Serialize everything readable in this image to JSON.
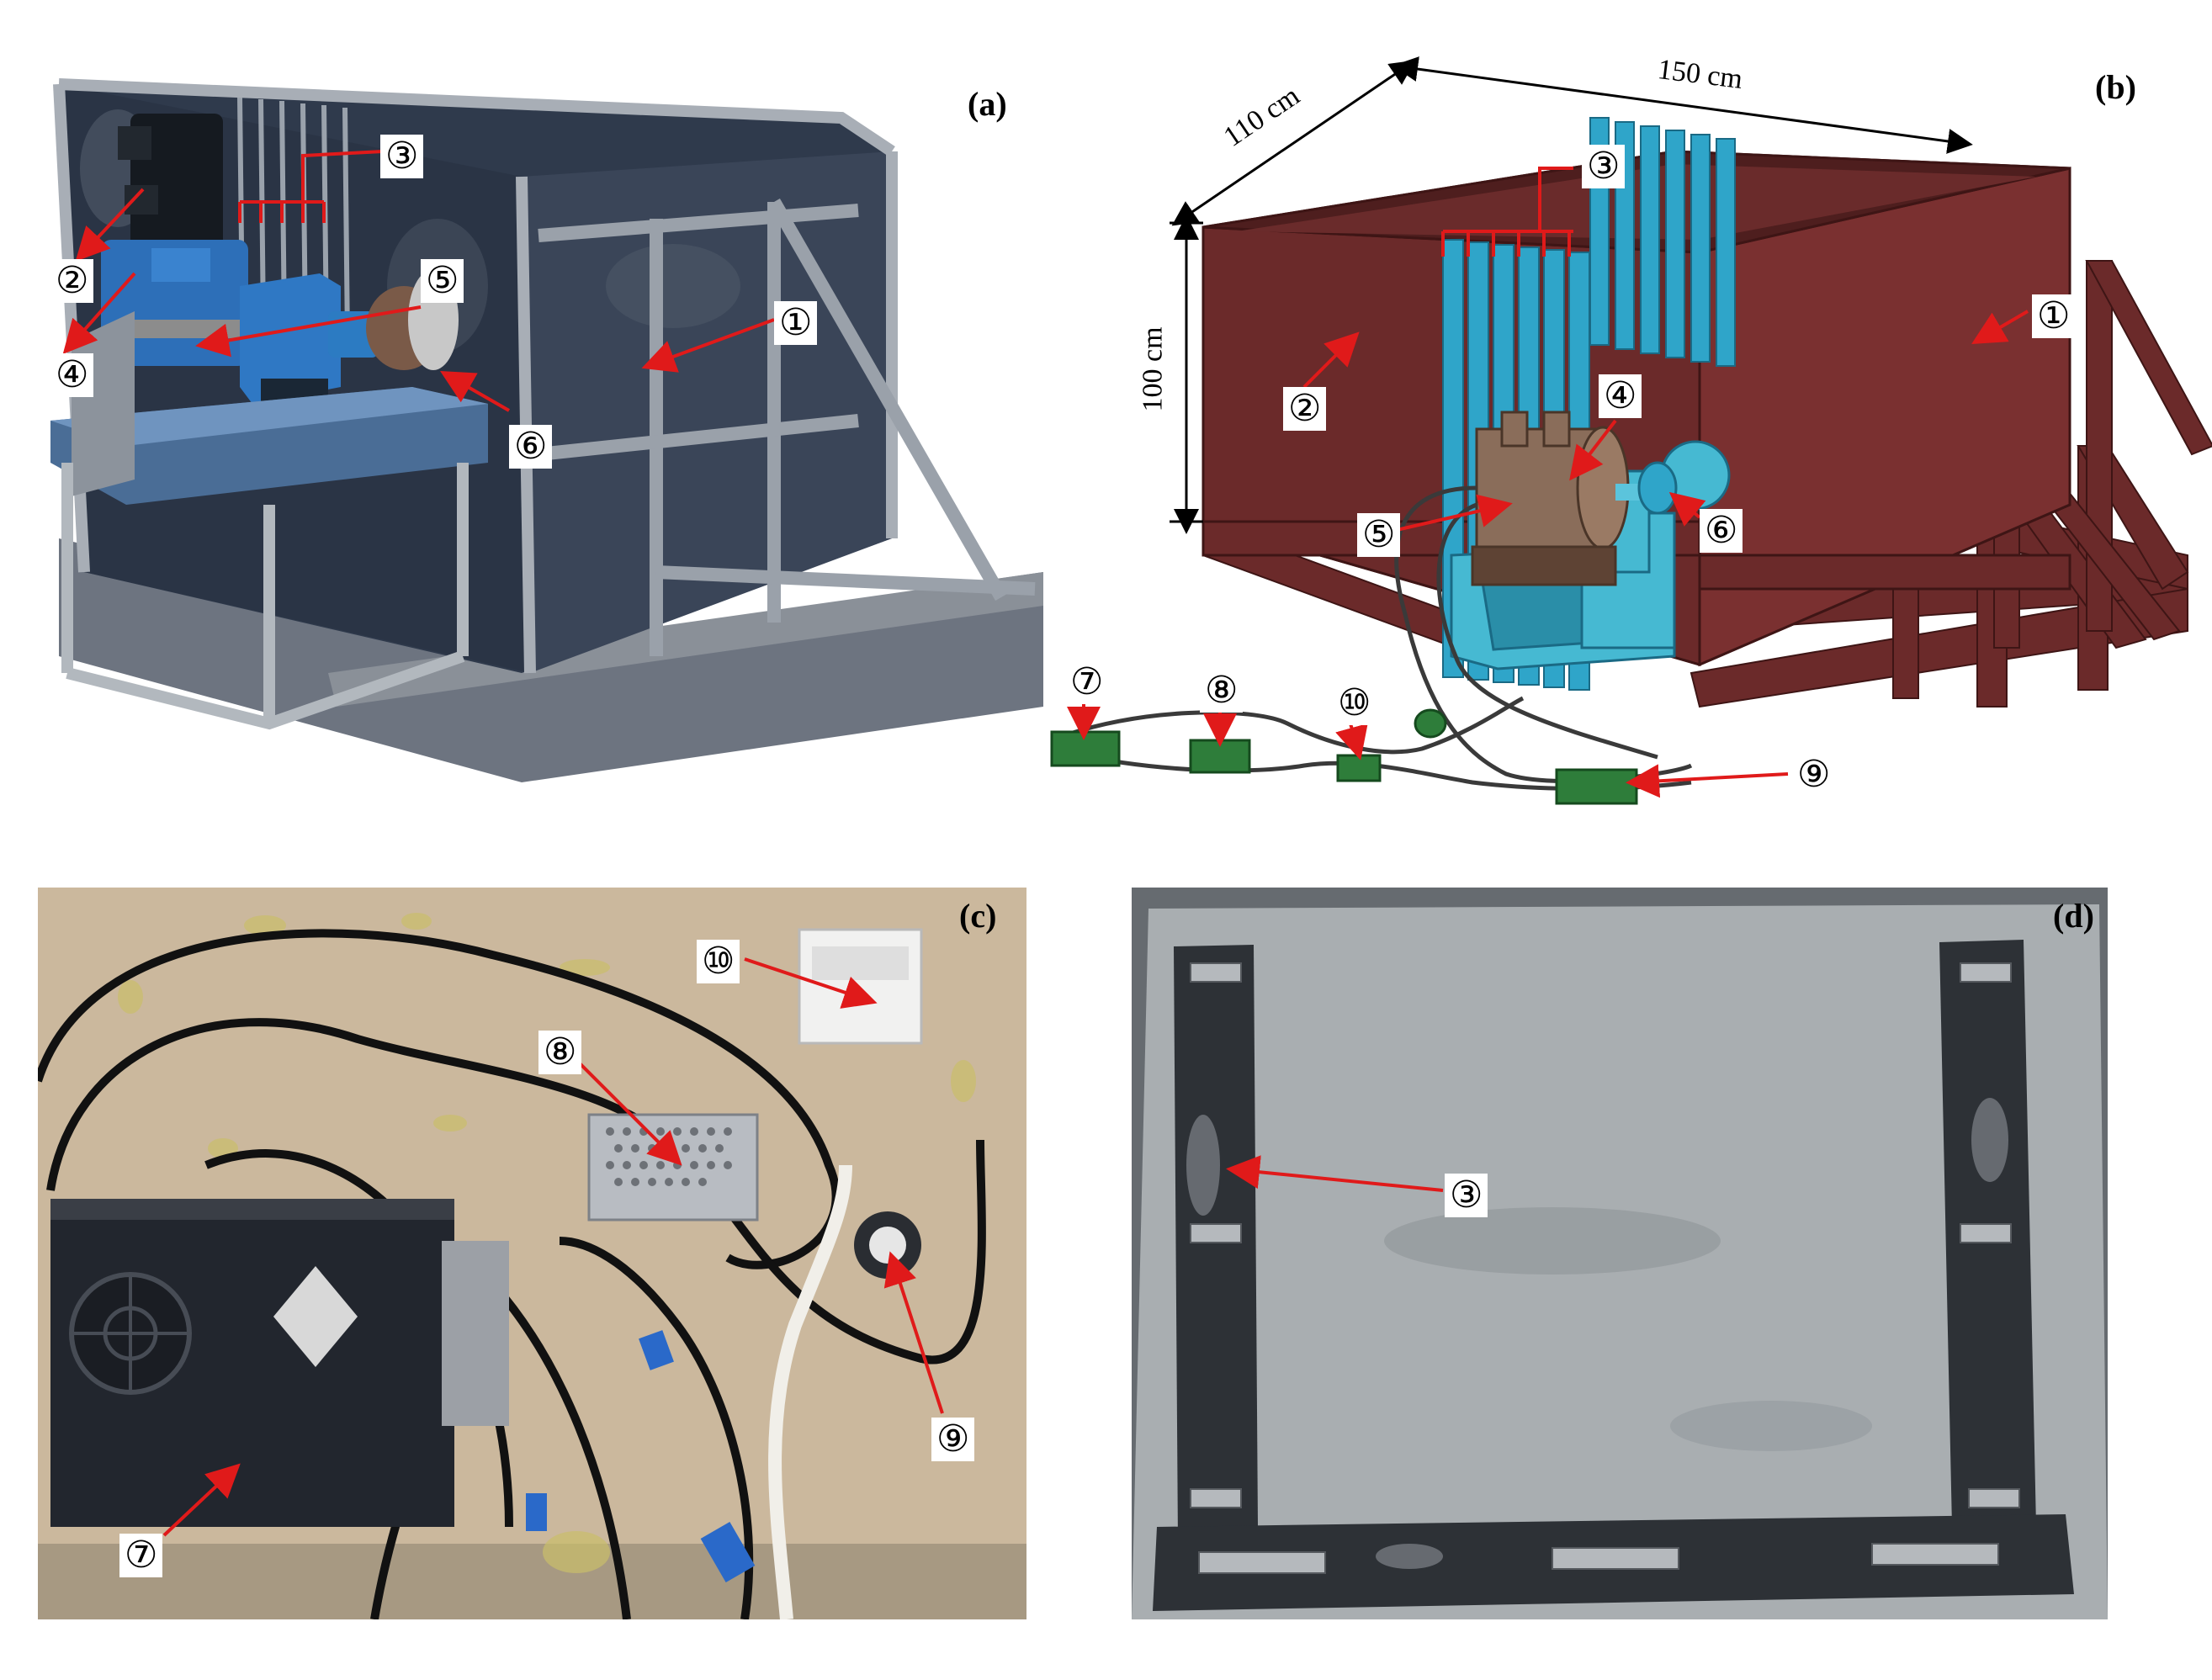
{
  "panels": {
    "a": {
      "tag": "(a)"
    },
    "b": {
      "tag": "(b)",
      "dimensions": {
        "width": "150 cm",
        "depth": "110 cm",
        "height": "100 cm"
      }
    },
    "c": {
      "tag": "(c)"
    },
    "d": {
      "tag": "(d)"
    }
  },
  "markers": {
    "m1": "①",
    "m2": "②",
    "m3": "③",
    "m4": "④",
    "m5": "⑤",
    "m6": "⑥",
    "m7": "⑦",
    "m8": "⑧",
    "m9": "⑨",
    "m10": "⑩"
  },
  "colors": {
    "annotation_arrow": "#e01a1a",
    "tank_model": "#6b2a2a",
    "gear_model": "#2fa5c9",
    "controller_model": "#2e7d3a"
  }
}
